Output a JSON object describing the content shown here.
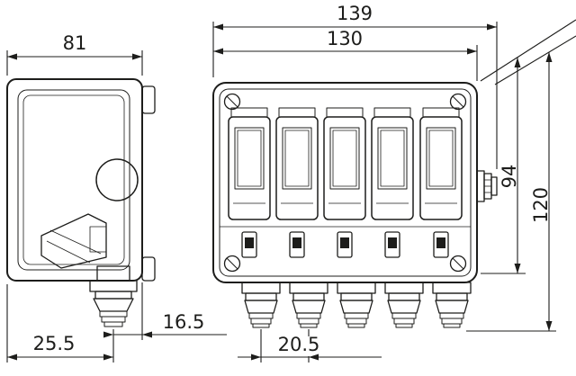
{
  "colors": {
    "ink": "#1d1d1b",
    "background": "#ffffff"
  },
  "drawing": {
    "type": "technical-dimension-drawing",
    "module_count": 5,
    "gland_count": 5,
    "dimensions": {
      "overall_width_mm": "139",
      "enclosure_width_mm": "130",
      "depth_mm": "81",
      "body_height_mm": "94",
      "overall_height_mm": "120",
      "gland_edge_offset_mm": "16.5",
      "gland_left_offset_mm": "25.5",
      "gland_spacing_mm": "20.5"
    }
  }
}
